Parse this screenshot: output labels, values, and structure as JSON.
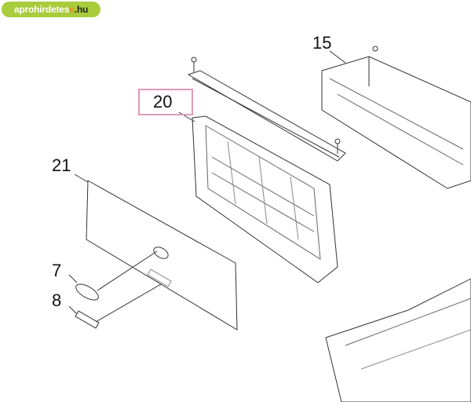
{
  "logo": {
    "part1": "aprohirdetes",
    "part2": "e",
    "part3": ".hu",
    "colors": {
      "bg": "#a8cc3c",
      "accent": "#f08a1c"
    }
  },
  "callouts": {
    "c15": "15",
    "c20": "20",
    "c21": "21",
    "c7": "7",
    "c8": "8"
  },
  "highlight_color": "#e09ab8"
}
